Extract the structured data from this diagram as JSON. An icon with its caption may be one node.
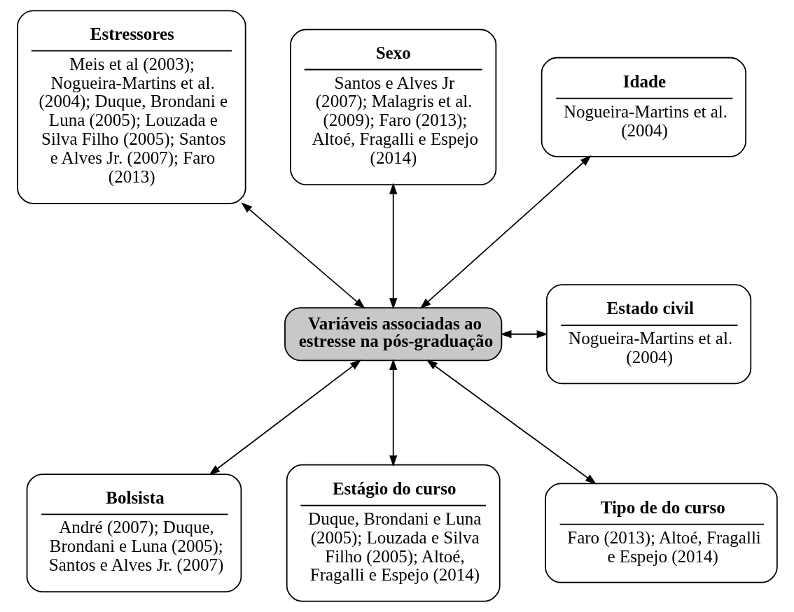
{
  "diagram": {
    "nodes": [
      {
        "text": [
          "Estressores",
          "Meis et al (2003); Nogueira-Martins et al. (2004); Duque, Brondani e Luna (2005); Louzada e Silva Filho (2005); Santos e Alves Jr. (2007); Faro (2013)"
        ]
      },
      {
        "text": [
          "Sexo",
          "Santos e Alves Jr (2007); Malagris et al. (2009); Faro (2013); Altoé, Fragalli e Espejo (2014)"
        ]
      },
      {
        "text": [
          "Idade",
          "Nogueira-Martins et al. (2004)"
        ]
      },
      {
        "text": [
          "Estado civil",
          "Nogueira-Martins et al. (2004)"
        ]
      },
      {
        "text": [
          "Variáveis associadas ao estresse na pós-graduação"
        ]
      },
      {
        "text": [
          "Bolsista",
          "André (2007); Duque, Brondani e Luna (2005); Santos e Alves Jr. (2007)"
        ]
      },
      {
        "text": [
          "Estágio do curso",
          "Duque, Brondani e Luna (2005); Louzada e Silva Filho (2005); Altoé, Fragalli e Espejo (2014)"
        ]
      },
      {
        "text": [
          "Tipo de do curso",
          "Faro (2013); Altoé, Fragalli e Espejo (2014)"
        ]
      }
    ],
    "edges": [
      {
        "from": 4,
        "to": 0,
        "arrow": "both"
      },
      {
        "from": 4,
        "to": 1,
        "arrow": "both"
      },
      {
        "from": 4,
        "to": 2,
        "arrow": "both"
      },
      {
        "from": 4,
        "to": 3,
        "arrow": "both"
      },
      {
        "from": 4,
        "to": 5,
        "arrow": "both"
      },
      {
        "from": 4,
        "to": 6,
        "arrow": "both"
      },
      {
        "from": 4,
        "to": 7,
        "arrow": "both"
      }
    ]
  }
}
